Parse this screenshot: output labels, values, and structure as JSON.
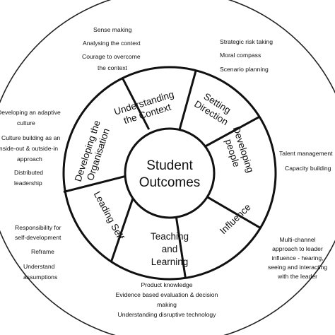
{
  "center": {
    "line1": "Student",
    "line2": "Outcomes"
  },
  "segments": [
    {
      "id": "understanding",
      "line1": "Understanding",
      "line2": "the Context"
    },
    {
      "id": "setting",
      "line1": "Setting",
      "line2": "Direction"
    },
    {
      "id": "developing-people",
      "line1": "Developing",
      "line2": "people"
    },
    {
      "id": "influence",
      "line1": "Influence",
      "line2": ""
    },
    {
      "id": "teaching",
      "line1": "Teaching",
      "line2": "and",
      "line3": "Learning"
    },
    {
      "id": "leading-self",
      "line1": "Leading Self",
      "line2": ""
    },
    {
      "id": "developing-org",
      "line1": "Developing the",
      "line2": "Organisation"
    }
  ],
  "annotations": {
    "top": [
      "Sense making",
      "Analysing the context",
      "Courage to overcome",
      "the context"
    ],
    "top_right": [
      "Strategic risk taking",
      "Moral compass",
      "Scenario planning"
    ],
    "right": [
      "Talent management",
      "Capacity building"
    ],
    "left": [
      "Developing an adaptive",
      "culture",
      "Culture building as an",
      "inside-out & outside-in",
      "approach",
      "Distributed",
      "leadership"
    ],
    "bottom_left": [
      "Responsibility for",
      "self-development",
      "Reframe",
      "Understand",
      "assumptions"
    ],
    "bottom_right": [
      "Multi-channel",
      "approach to leader",
      "influence - hearing,",
      "seeing and interacting",
      "with the leader"
    ],
    "bottom": [
      "Product knowledge",
      "Evidence based evaluation & decision",
      "making",
      "Understanding disruptive technology"
    ]
  }
}
